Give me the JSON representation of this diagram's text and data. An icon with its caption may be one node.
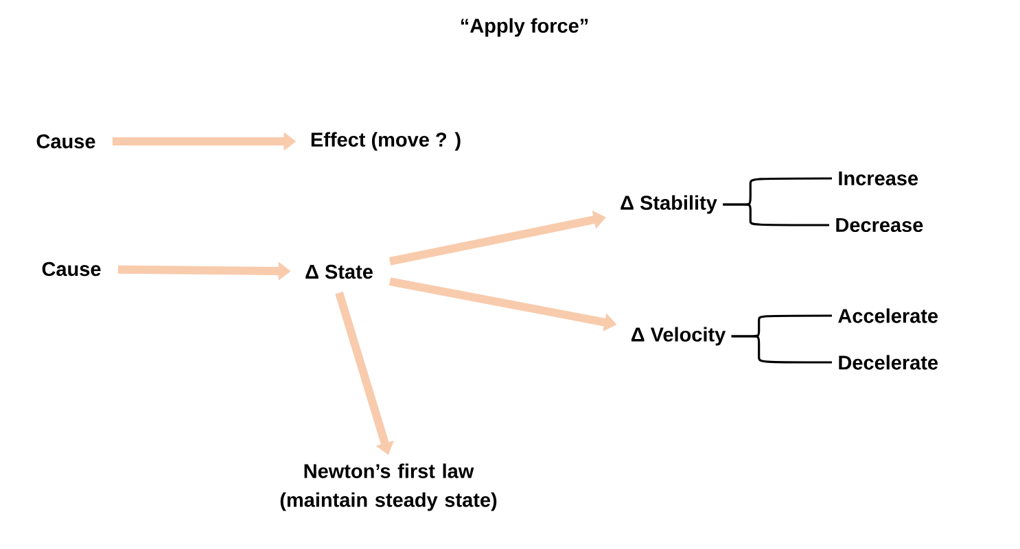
{
  "diagram": {
    "title": "“Apply force”",
    "nodes": [
      {
        "text": [
          "Cause"
        ]
      },
      {
        "text": [
          "Effect (move ? )"
        ]
      },
      {
        "text": [
          "Cause"
        ]
      },
      {
        "text": [
          "Δ State"
        ]
      },
      {
        "text": [
          "Δ Stability"
        ]
      },
      {
        "text": [
          "Δ Velocity"
        ]
      },
      {
        "text": [
          "Increase"
        ]
      },
      {
        "text": [
          "Decrease"
        ]
      },
      {
        "text": [
          "Accelerate"
        ]
      },
      {
        "text": [
          "Decelerate"
        ]
      },
      {
        "text": [
          "Newton’s  first law (maintain steady state)"
        ]
      }
    ],
    "edges": [
      {
        "from": 0,
        "to": 1,
        "arrow": "to"
      },
      {
        "from": 2,
        "to": 3,
        "arrow": "to"
      },
      {
        "from": 3,
        "to": 4,
        "arrow": "to"
      },
      {
        "from": 3,
        "to": 5,
        "arrow": "to"
      },
      {
        "from": 3,
        "to": 10,
        "arrow": "to"
      },
      {
        "from": 4,
        "to": 6,
        "arrow": "none",
        "color": "#000000"
      },
      {
        "from": 4,
        "to": 7,
        "arrow": "none",
        "color": "#000000"
      },
      {
        "from": 5,
        "to": 8,
        "arrow": "none",
        "color": "#000000"
      },
      {
        "from": 5,
        "to": 9,
        "arrow": "none",
        "color": "#000000"
      }
    ]
  }
}
